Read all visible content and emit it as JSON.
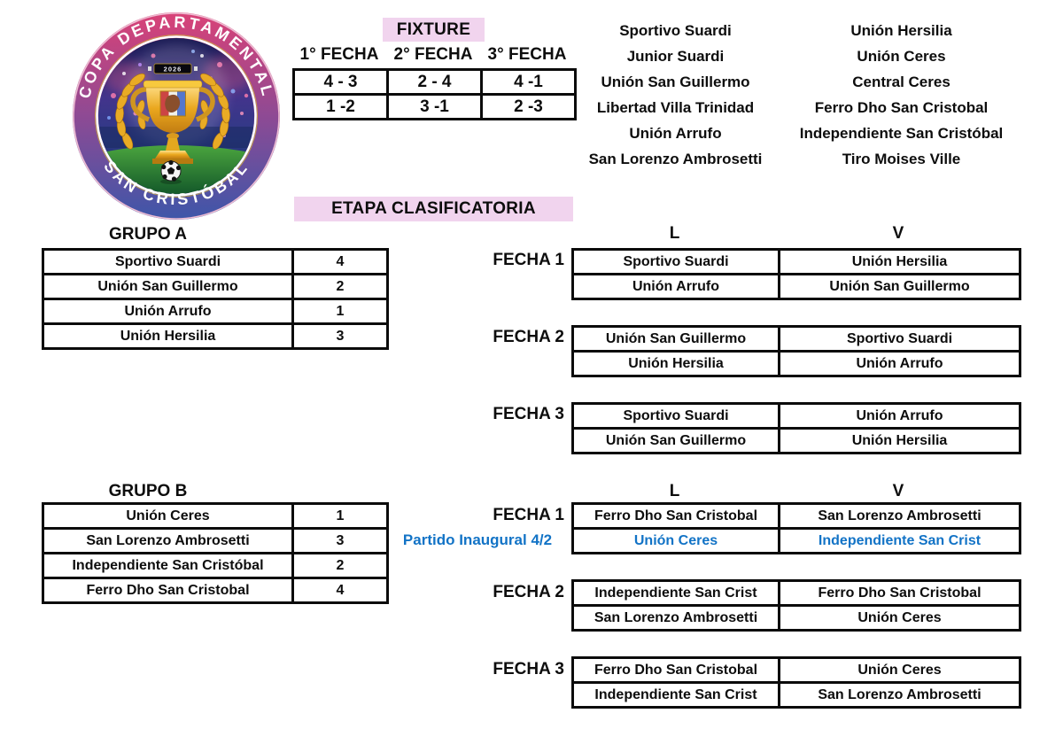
{
  "logo": {
    "top_text": "COPA DEPARTAMENTAL",
    "bottom_text": "SAN CRISTÓBAL",
    "year": "2026"
  },
  "fixture": {
    "title": "FIXTURE",
    "columns": [
      "1° FECHA",
      "2° FECHA",
      "3° FECHA"
    ],
    "rows": [
      [
        "4 - 3",
        "2 - 4",
        "4 -1"
      ],
      [
        "1 -2",
        "3 -1",
        "2 -3"
      ]
    ]
  },
  "teams": {
    "col1": [
      "Sportivo Suardi",
      "Junior Suardi",
      "Unión San Guillermo",
      "Libertad Villa Trinidad",
      "Unión Arrufo",
      "San Lorenzo Ambrosetti"
    ],
    "col2": [
      "Unión Hersilia",
      "Unión Ceres",
      "Central Ceres",
      "Ferro Dho San Cristobal",
      "Independiente San Cristóbal",
      "Tiro Moises Ville"
    ]
  },
  "stage": {
    "title": "ETAPA CLASIFICATORIA",
    "home_label": "L",
    "away_label": "V"
  },
  "group_a": {
    "title": "GRUPO A",
    "standings": [
      {
        "team": "Sportivo Suardi",
        "num": "4"
      },
      {
        "team": "Unión San Guillermo",
        "num": "2"
      },
      {
        "team": "Unión Arrufo",
        "num": "1"
      },
      {
        "team": "Unión Hersilia",
        "num": "3"
      }
    ],
    "fechas": [
      {
        "label": "FECHA 1",
        "matches": [
          {
            "l": "Sportivo Suardi",
            "v": "Unión Hersilia"
          },
          {
            "l": "Unión Arrufo",
            "v": "Unión San Guillermo"
          }
        ]
      },
      {
        "label": "FECHA 2",
        "matches": [
          {
            "l": "Unión San Guillermo",
            "v": "Sportivo Suardi"
          },
          {
            "l": "Unión Hersilia",
            "v": "Unión Arrufo"
          }
        ]
      },
      {
        "label": "FECHA 3",
        "matches": [
          {
            "l": "Sportivo Suardi",
            "v": "Unión Arrufo"
          },
          {
            "l": "Unión San Guillermo",
            "v": "Unión Hersilia"
          }
        ]
      }
    ]
  },
  "group_b": {
    "title": "GRUPO B",
    "note": "Partido Inaugural 4/2",
    "standings": [
      {
        "team": "Unión Ceres",
        "num": "1"
      },
      {
        "team": "San Lorenzo Ambrosetti",
        "num": "3"
      },
      {
        "team": "Independiente San Cristóbal",
        "num": "2"
      },
      {
        "team": "Ferro Dho San Cristobal",
        "num": "4"
      }
    ],
    "fechas": [
      {
        "label": "FECHA 1",
        "matches": [
          {
            "l": "Ferro Dho San Cristobal",
            "v": "San Lorenzo Ambrosetti"
          },
          {
            "l": "Unión Ceres",
            "v": "Independiente San Crist"
          }
        ]
      },
      {
        "label": "FECHA 2",
        "matches": [
          {
            "l": "Independiente San Crist",
            "v": "Ferro Dho San Cristobal"
          },
          {
            "l": "San Lorenzo Ambrosetti",
            "v": "Unión Ceres"
          }
        ]
      },
      {
        "label": "FECHA 3",
        "matches": [
          {
            "l": "Ferro Dho San Cristobal",
            "v": "Unión Ceres"
          },
          {
            "l": "Independiente San Crist",
            "v": "San Lorenzo Ambrosetti"
          }
        ]
      }
    ]
  },
  "colors": {
    "header_bg": "#f1d4ee",
    "highlight_blue": "#1273c6",
    "ring_top": "#d94277",
    "ring_bottom": "#3e56a9"
  }
}
